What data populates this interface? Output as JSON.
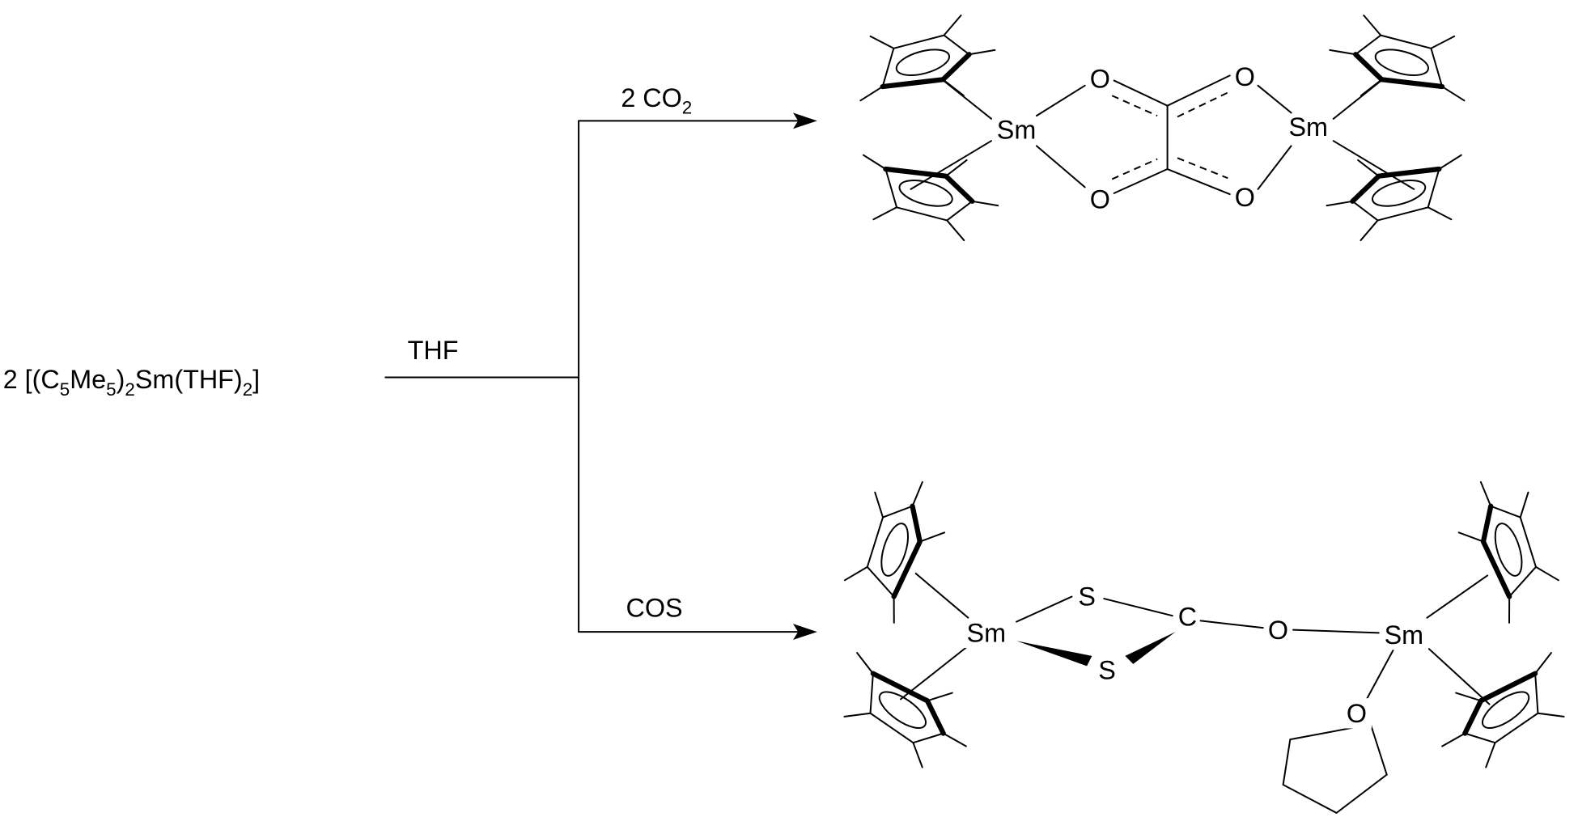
{
  "starting_material": {
    "segments": [
      {
        "t": "2  [(C",
        "sub": false
      },
      {
        "t": "5",
        "sub": true
      },
      {
        "t": "Me",
        "sub": false
      },
      {
        "t": "5",
        "sub": true
      },
      {
        "t": ")",
        "sub": false
      },
      {
        "t": "2",
        "sub": true
      },
      {
        "t": "Sm(THF)",
        "sub": false
      },
      {
        "t": "2",
        "sub": true
      },
      {
        "t": "]",
        "sub": false
      }
    ]
  },
  "solvent_label": "THF",
  "top_reagent": {
    "segments": [
      {
        "t": "2 CO",
        "sub": false
      },
      {
        "t": "2",
        "sub": true
      }
    ]
  },
  "bottom_reagent": "COS",
  "top_product": {
    "atoms": [
      "Sm",
      "O",
      "O",
      "O",
      "O",
      "Sm"
    ]
  },
  "bottom_product": {
    "atoms": [
      "Sm",
      "S",
      "S",
      "C",
      "O",
      "Sm",
      "O"
    ]
  }
}
